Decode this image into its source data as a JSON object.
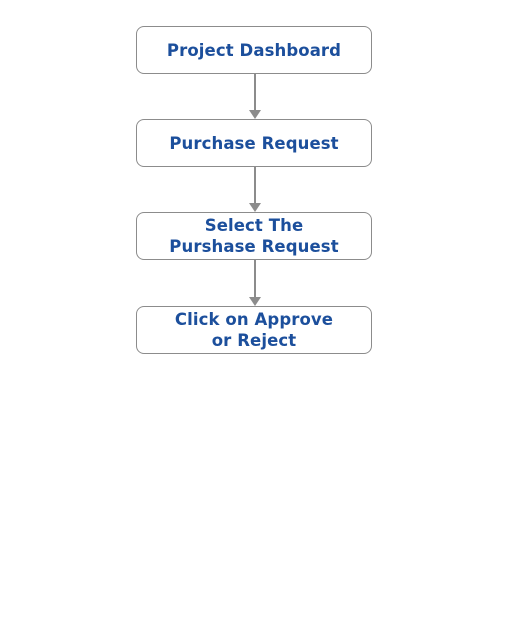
{
  "flowchart": {
    "steps": [
      {
        "label": "Project Dashboard"
      },
      {
        "label": "Purchase Request"
      },
      {
        "label": "Select The\nPurshase Request"
      },
      {
        "label": "Click on Approve\nor Reject"
      }
    ]
  },
  "colors": {
    "text": "#1c4f9c",
    "border": "#8c8c8c",
    "arrow": "#8c8c8c",
    "background": "#ffffff"
  }
}
